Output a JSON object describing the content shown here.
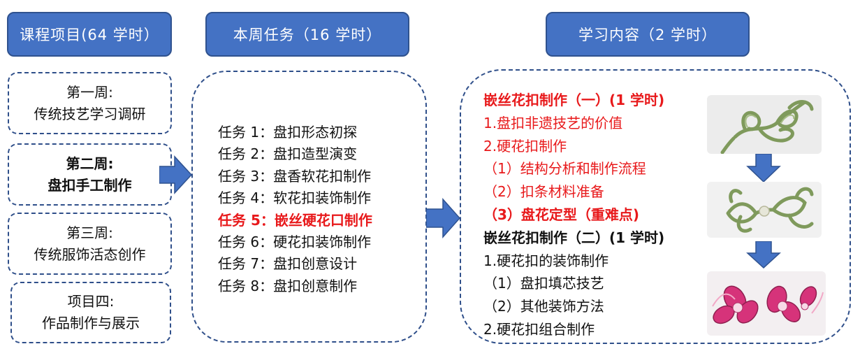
{
  "headers": {
    "course": "课程项目(64 学时）",
    "week_tasks": "本周任务（16 学时）",
    "learning": "学习内容（2 学时）"
  },
  "weeks": [
    {
      "line1": "第一周:",
      "line2": "传统技艺学习调研"
    },
    {
      "line1": "第二周:",
      "line2": "盘扣手工制作"
    },
    {
      "line1": "第三周:",
      "line2": "传统服饰活态创作"
    },
    {
      "line1": "项目四:",
      "line2": "作品制作与展示"
    }
  ],
  "tasks": [
    "任务 1：盘扣形态初探",
    "任务 2：盘扣造型演变",
    "任务 3：盘香软花扣制作",
    "任务 4：软花扣装饰制作",
    "任务 5：嵌丝硬花口制作",
    "任务 6：硬花扣装饰制作",
    "任务 7：盘扣创意设计",
    "任务 8：盘扣创意制作"
  ],
  "content": [
    "嵌丝花扣制作（一）(1 学时)",
    "1.盘扣非遗技艺的价值",
    "2.硬花扣制作",
    "（1）结构分析和制作流程",
    "（2）扣条材料准备",
    "（3）盘花定型（重难点)",
    "嵌丝花扣制作（二）(1 学时)",
    "1.硬花扣的装饰制作",
    "（1）盘扣填芯技艺",
    "（2）其他装饰方法",
    "2.硬花扣组合制作"
  ],
  "colors": {
    "header_fill": "#4472c4",
    "arrow_fill": "#4472c4",
    "dash_border": "#2f4f8a",
    "highlight_red": "#e8191b",
    "knot_green": "#7f9a5c",
    "knot_pink": "#d6337a"
  },
  "images": [
    "green-knot-photo",
    "green-knot-assembled-photo",
    "pink-embroidery-photo"
  ]
}
